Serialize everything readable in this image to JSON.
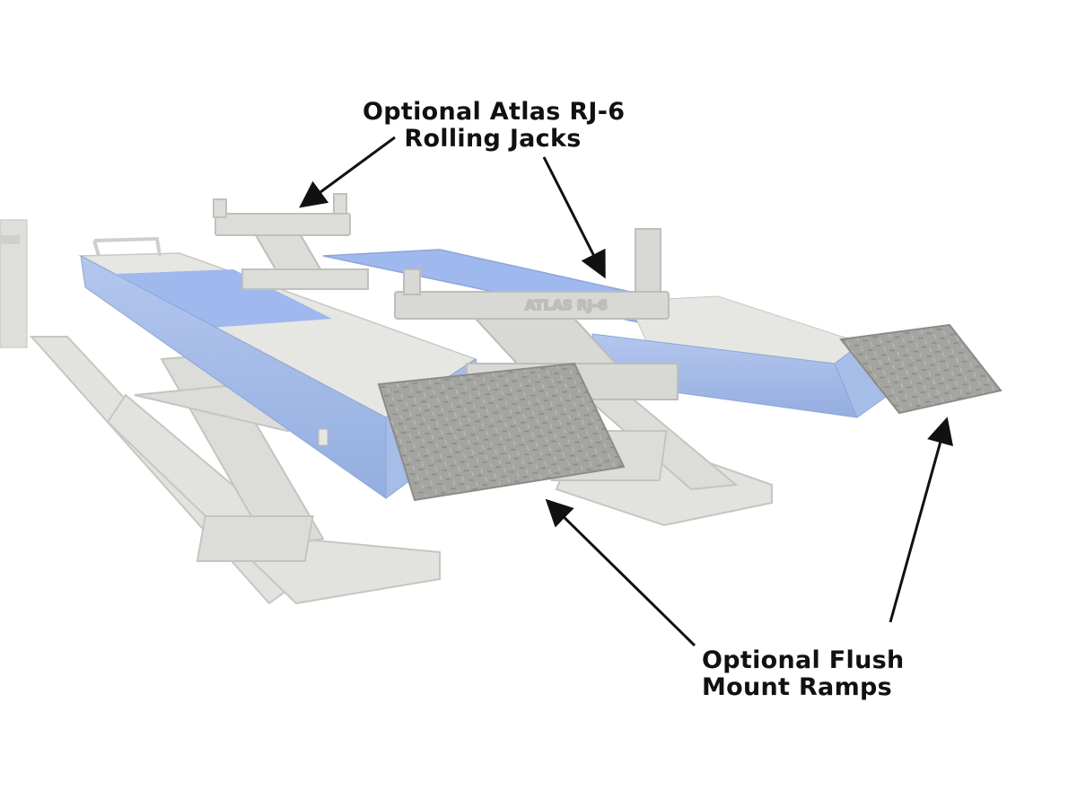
{
  "callouts": {
    "rolling_jacks": {
      "line1": "Optional Atlas RJ-6",
      "line2": "Rolling Jacks"
    },
    "flush_ramps": {
      "line1": "Optional Flush",
      "line2": "Mount Ramps"
    }
  },
  "jack_plate_text": "ATLAS RJ-6",
  "colors": {
    "background": "#ffffff",
    "runway_blue": "#a9c0e8",
    "deck_blue": "#9fb8ee",
    "frame_gray": "#dcdcd8",
    "deck_gray": "#e6e6e2",
    "ramp_plate": "#a3a3a0",
    "arrow": "#111111"
  }
}
